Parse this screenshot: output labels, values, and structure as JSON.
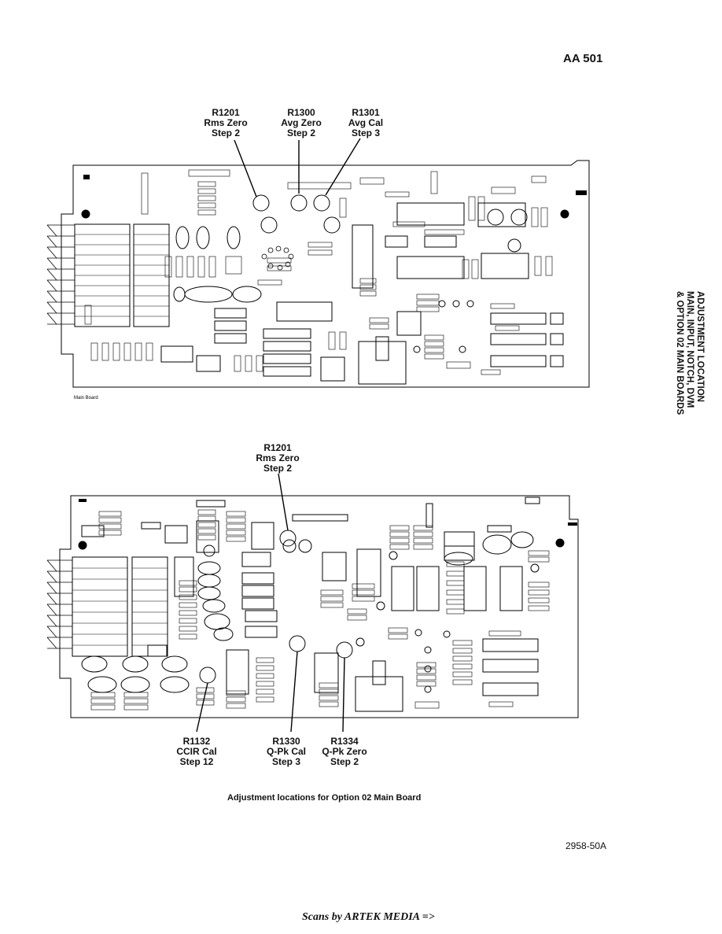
{
  "header": {
    "model": "AA 501"
  },
  "top_board": {
    "label": "Main Board",
    "callouts": [
      {
        "ref": "R1201",
        "name": "Rms Zero",
        "step": "Step 2"
      },
      {
        "ref": "R1300",
        "name": "Avg Zero",
        "step": "Step 2"
      },
      {
        "ref": "R1301",
        "name": "Avg Cal",
        "step": "Step 3"
      }
    ],
    "pots": [
      "R1201",
      "R1300",
      "R1301"
    ]
  },
  "sidebar": {
    "lines": [
      "ADJUSTMENT LOCATION",
      "MAIN, INPUT, NOTCH, DVM",
      "& OPTION 02 MAIN BOARDS"
    ]
  },
  "bottom_board": {
    "top_callout": {
      "ref": "R1201",
      "name": "Rms Zero",
      "step": "Step 2"
    },
    "bottom_callouts": [
      {
        "ref": "R1132",
        "name": "CCIR Cal",
        "step": "Step 12"
      },
      {
        "ref": "R1330",
        "name": "Q-Pk Cal",
        "step": "Step 3"
      },
      {
        "ref": "R1334",
        "name": "Q-Pk Zero",
        "step": "Step 2"
      }
    ],
    "caption": "Adjustment locations for Option 02 Main Board"
  },
  "figure_number": "2958-50A",
  "footer": {
    "credit": "Scans by ARTEK MEDIA =>"
  }
}
